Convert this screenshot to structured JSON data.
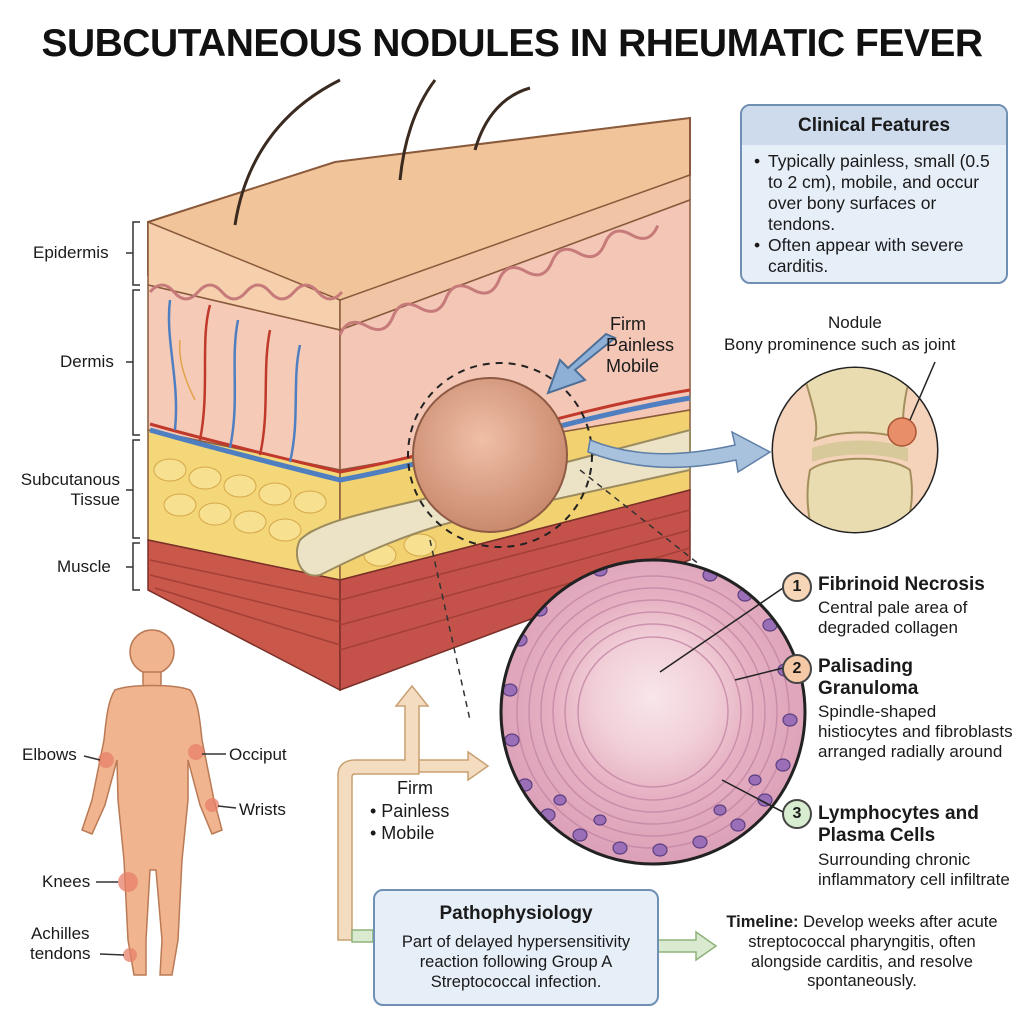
{
  "title": "SUBCUTANEOUS NODULES IN RHEUMATIC FEVER",
  "layers": {
    "epidermis": "Epidermis",
    "dermis": "Dermis",
    "subcutaneous_1": "Subcutanous",
    "subcutaneous_2": "Tissue",
    "muscle": "Muscle"
  },
  "nodule_callout": {
    "line1": "Firm",
    "line2": "Painless",
    "line3": "Mobile"
  },
  "clinical_features": {
    "title": "Clinical Features",
    "items": [
      "Typically painless, small (0.5 to 2 cm), mobile, and occur over bony surfaces or tendons.",
      "Often appear with severe carditis."
    ]
  },
  "joint_inset": {
    "label1": "Nodule",
    "label2": "Bony prominence such as joint"
  },
  "body_sites": {
    "elbows": "Elbows",
    "occiput": "Occiput",
    "wrists": "Wrists",
    "knees": "Knees",
    "achilles_1": "Achilles",
    "achilles_2": "tendons"
  },
  "flow_labels": {
    "line1": "Firm",
    "line2": "• Painless",
    "line3": "• Mobile"
  },
  "histology": [
    {
      "num": "1",
      "title": "Fibrinoid Necrosis",
      "desc": "Central pale area of degraded collagen"
    },
    {
      "num": "2",
      "title_1": "Palisading",
      "title_2": "Granuloma",
      "desc": "Spindle-shaped histiocytes and fibroblasts arranged radially around"
    },
    {
      "num": "3",
      "title_1": "Lymphocytes and",
      "title_2": "Plasma Cells",
      "desc": "Surrounding chronic inflammatory cell infiltrate"
    }
  ],
  "pathophysiology": {
    "title": "Pathophysiology",
    "text": "Part of delayed hypersensitivity reaction following Group A Streptococcal infection."
  },
  "timeline": {
    "label": "Timeline:",
    "text": " Develop weeks after acute streptococcal pharyngitis, often alongside carditis, and resolve spontaneously."
  },
  "colors": {
    "skin": "#f2c49a",
    "fat": "#f4d779",
    "muscle": "#c9584a",
    "vein": "#4f7fc0",
    "artery": "#c0392b",
    "box_fill": "#e6eef8",
    "box_border": "#6f8fb3",
    "histo_bg": "#e8b3c8",
    "cell_nucleus": "#7a5aa8"
  }
}
